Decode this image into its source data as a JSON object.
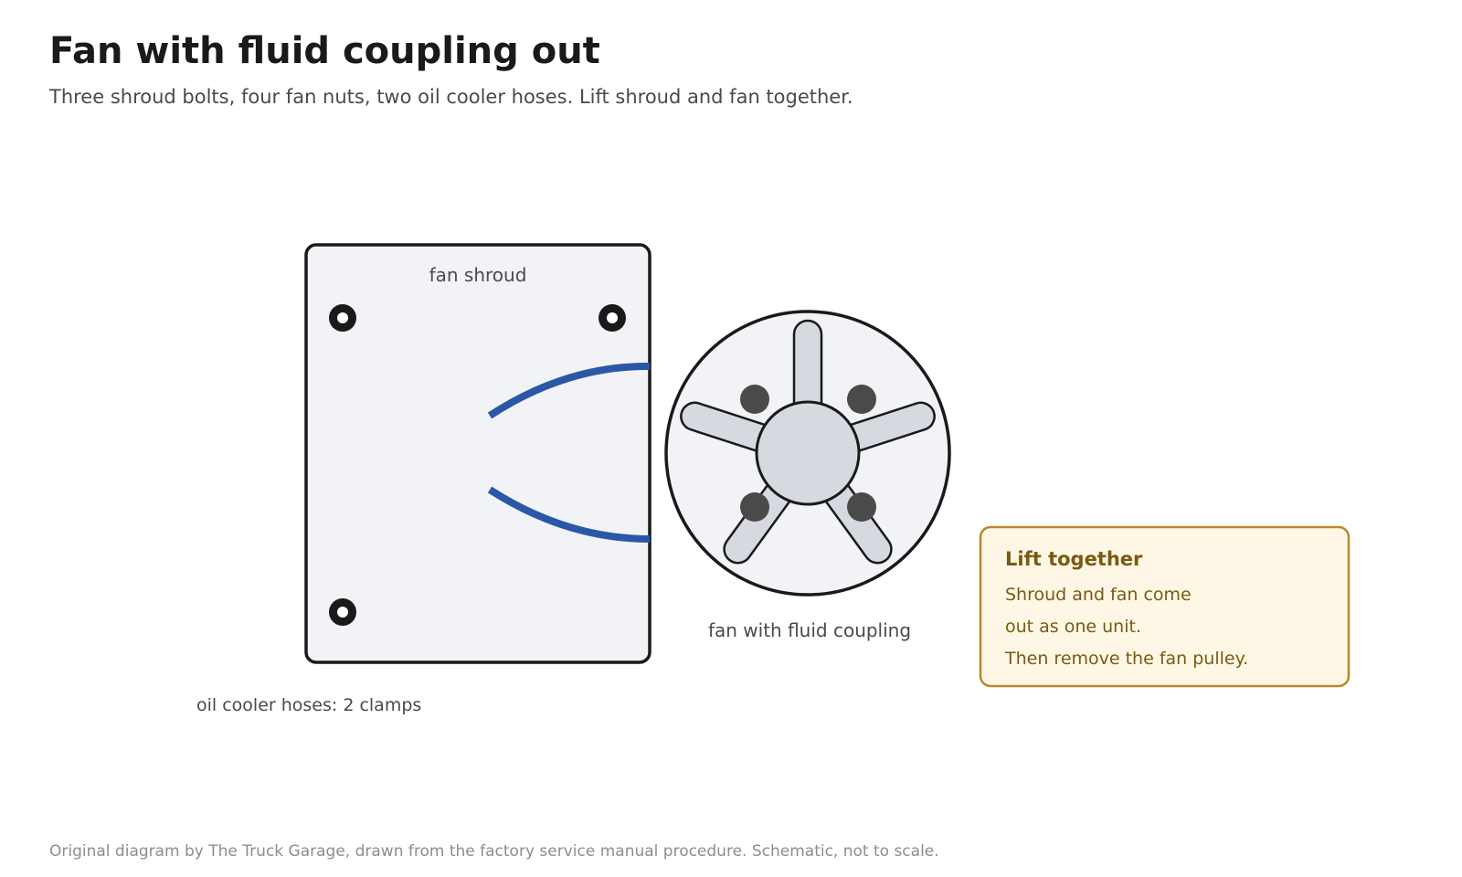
{
  "header": {
    "title": "Fan with fluid coupling out",
    "subtitle": "Three shroud bolts, four fan nuts, two oil cooler hoses. Lift shroud and fan together."
  },
  "diagram": {
    "shroud": {
      "label": "fan shroud",
      "bolt_count": 3
    },
    "hoses": {
      "label": "oil cooler hoses: 2 clamps",
      "count": 2
    },
    "fan": {
      "label": "fan with fluid coupling",
      "blade_count": 5,
      "nut_count": 4
    },
    "callout": {
      "title": "Lift together",
      "lines": [
        "Shroud and fan come",
        "out as one unit.",
        "Then remove the fan pulley."
      ]
    }
  },
  "colors": {
    "outline": "#1a1a1a",
    "part_fill": "#f2f3f7",
    "blade_fill": "#d6dae0",
    "nut": "#4a4a4a",
    "hose": "#2a58a6",
    "callout_fill": "#fff7e5",
    "callout_border": "#b8892a",
    "callout_text": "#7a5a12"
  },
  "footer": {
    "credit": "Original diagram by The Truck Garage, drawn from the factory service manual procedure. Schematic, not to scale."
  }
}
